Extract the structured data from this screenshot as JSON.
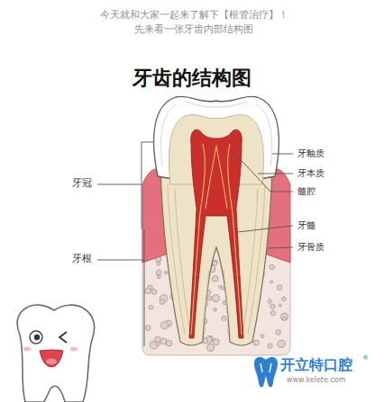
{
  "diagram": {
    "title": "牙齿的结构图",
    "labels": [
      "今天就和大家一起来了解下【根管治疗】！",
      "先来看一张牙齿内部结构图",
      "牙冠",
      "牙根",
      "牙釉质",
      "牙本质",
      "髓腔",
      "牙髓",
      "牙骨质",
      "开立特口腔",
      "®",
      "www.kelete.com"
    ]
  }
}
